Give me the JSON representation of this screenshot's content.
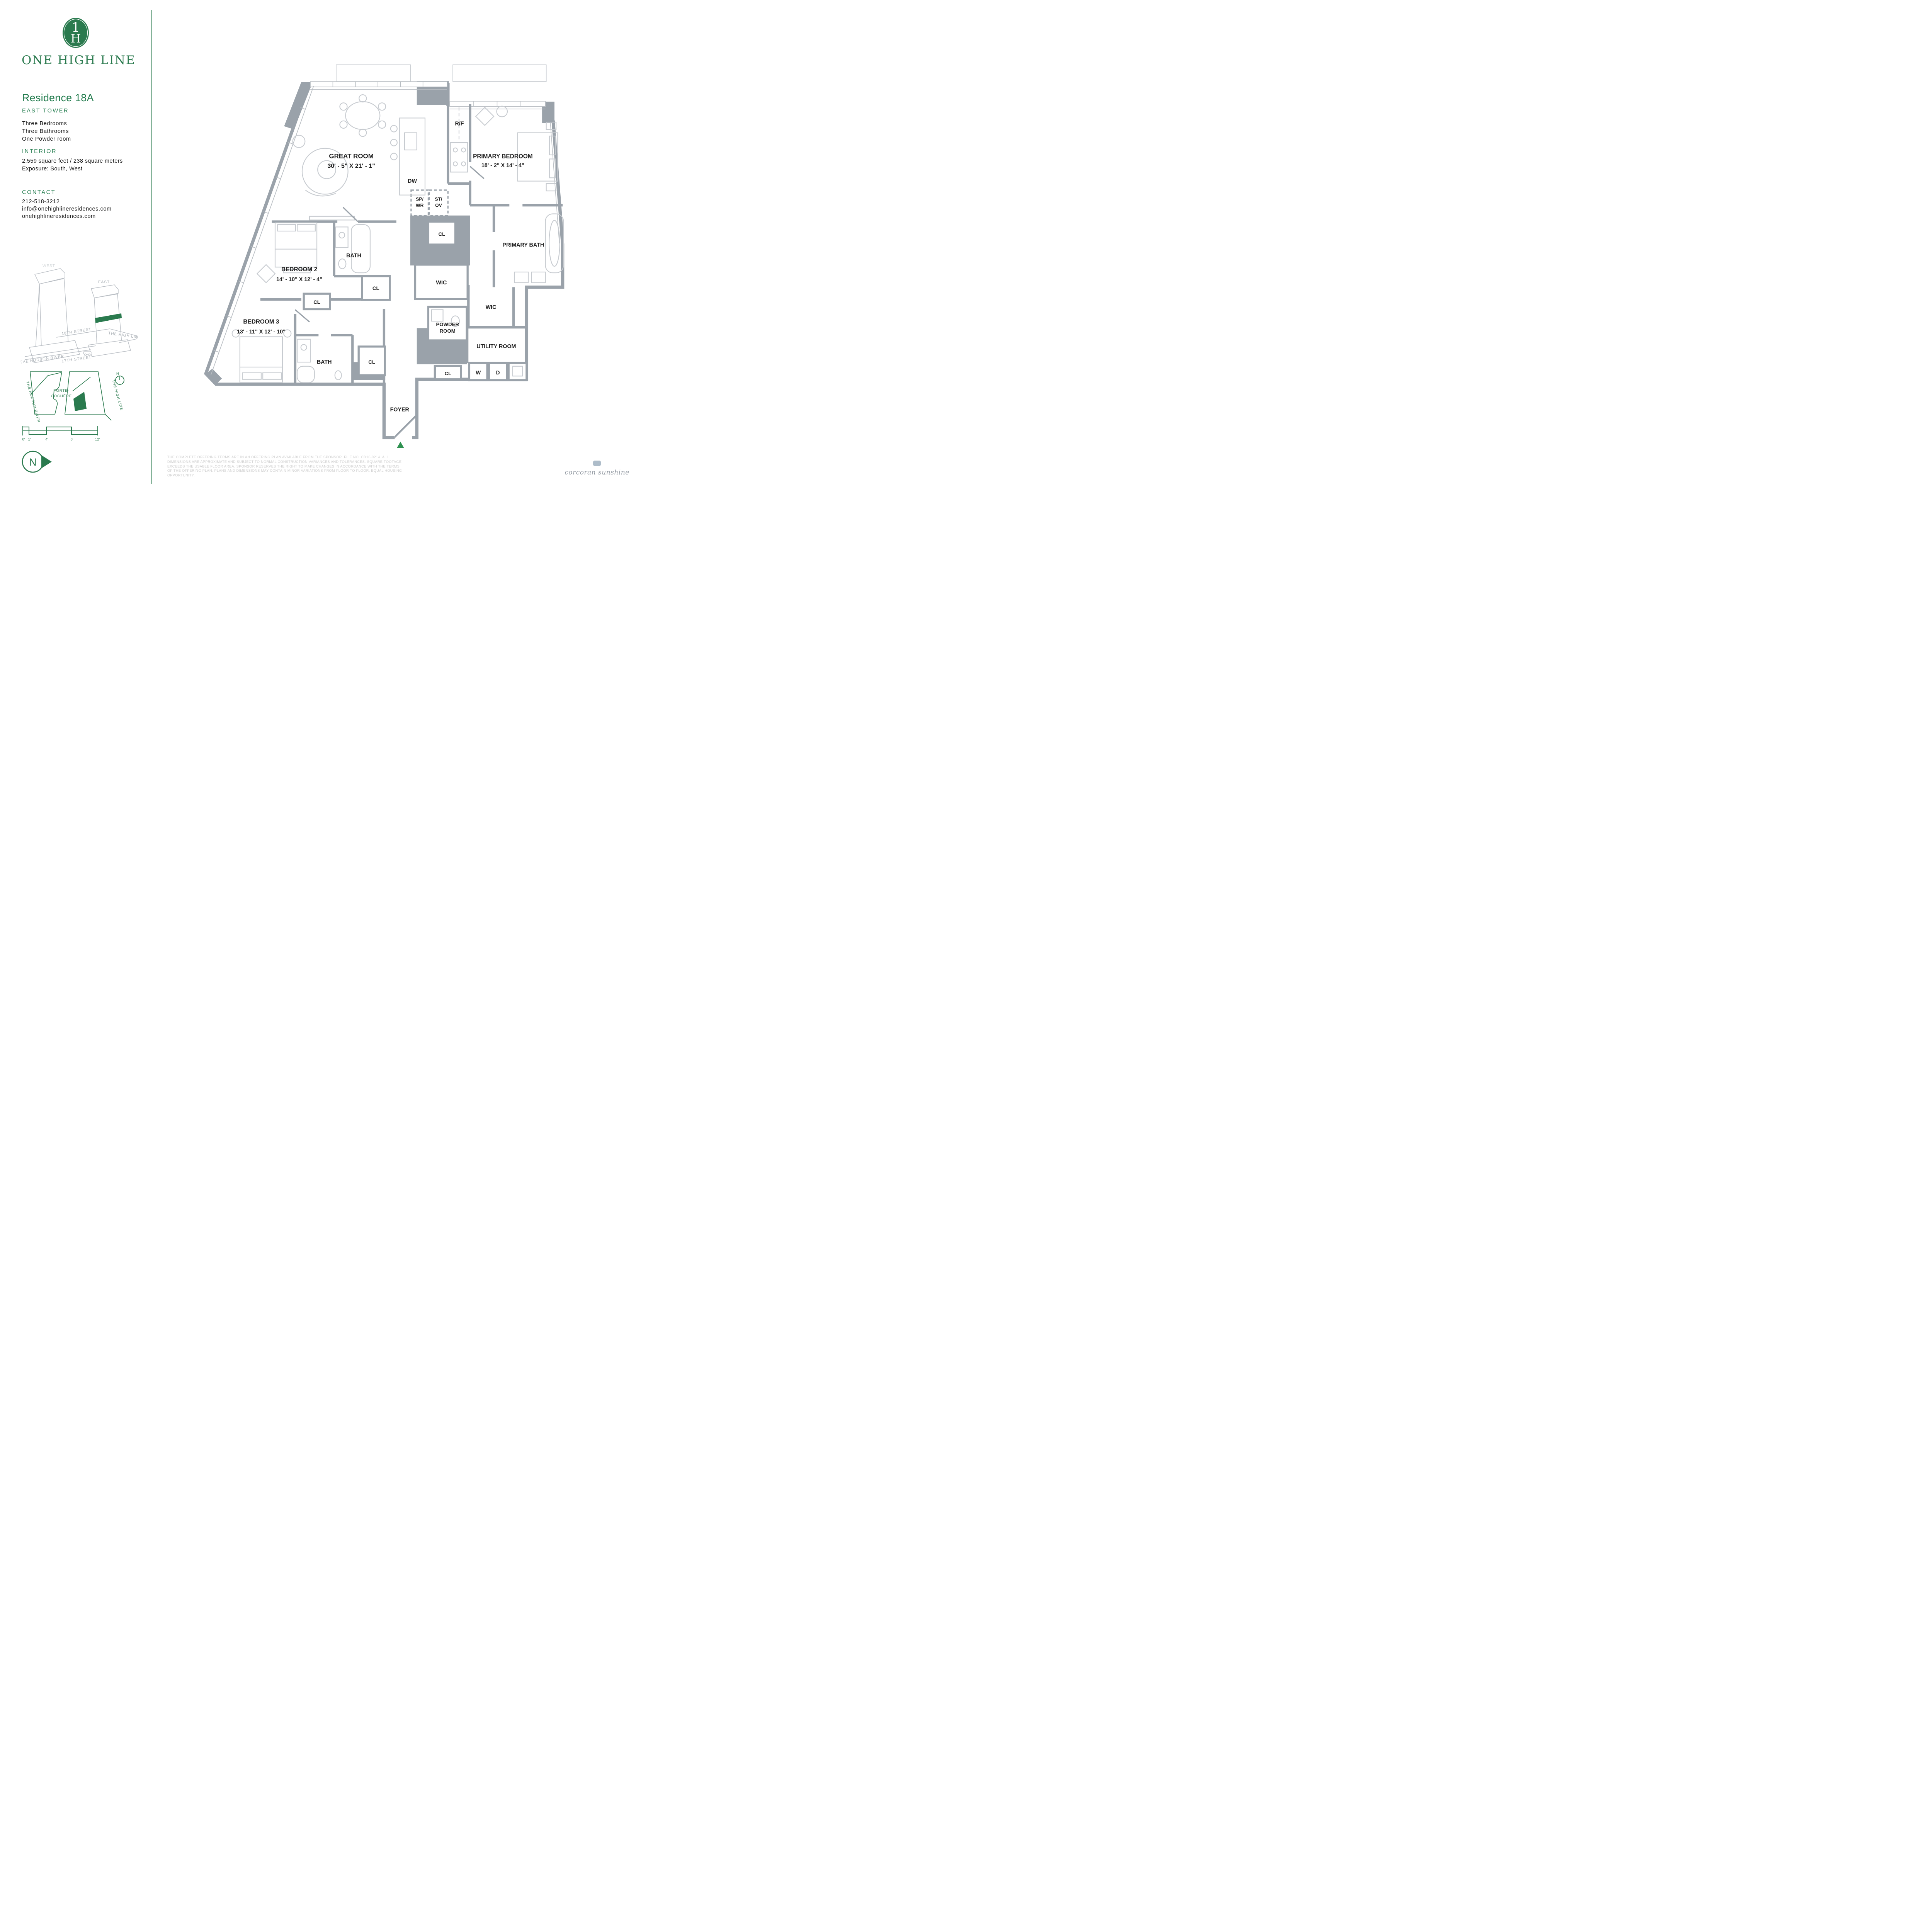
{
  "brand": {
    "name": "ONE HIGH LINE",
    "monogram_top": "1",
    "monogram_bottom": "H",
    "green": "#2a7a4e"
  },
  "residence": {
    "title": "Residence 18A",
    "tower": "EAST TOWER",
    "features": [
      "Three Bedrooms",
      "Three Bathrooms",
      "One Powder room"
    ],
    "interior_heading": "INTERIOR",
    "area": "2,559 square feet / 238 square meters",
    "exposure": "Exposure: South, West"
  },
  "contact": {
    "heading": "CONTACT",
    "phone": "212-518-3212",
    "email": "info@onehighlineresidences.com",
    "website": "onehighlineresidences.com"
  },
  "building_diagram": {
    "west_label": "WEST",
    "east_label": "EAST",
    "street_18": "18TH STREET",
    "high_line": "THE HIGH LINE",
    "hudson_river": "THE HUDSON RIVER",
    "street_17": "17TH STREET"
  },
  "site_map": {
    "porte_cochere_line1": "PORTE-",
    "porte_cochere_line2": "COCHÈRE",
    "hudson_river": "THE HUDSON RIVER",
    "high_line": "THE HIGH LINE",
    "north": "N"
  },
  "scale_bar": {
    "ticks": [
      "0'",
      "1'",
      "4'",
      "8'",
      "12'"
    ]
  },
  "north_arrow": {
    "label": "N"
  },
  "floor_plan": {
    "labels": {
      "great_room_name": "GREAT ROOM",
      "great_room_dims": "30' - 5\" X 21' - 1\"",
      "primary_bedroom_name": "PRIMARY BEDROOM",
      "primary_bedroom_dims": "18' - 2\" X 14' - 4\"",
      "bedroom2_name": "BEDROOM 2",
      "bedroom2_dims": "14' - 10\" X 12' - 4\"",
      "bedroom3_name": "BEDROOM 3",
      "bedroom3_dims": "13' - 11\" X 12' - 10\"",
      "primary_bath": "PRIMARY BATH",
      "bath": "BATH",
      "powder_line1": "POWDER",
      "powder_line2": "ROOM",
      "utility_room": "UTILITY ROOM",
      "foyer": "FOYER",
      "wic": "WIC",
      "cl": "CL",
      "rf": "R/F",
      "dw": "DW",
      "sp_wr_line1": "SP/",
      "sp_wr_line2": "WR",
      "st_ov_line1": "ST/",
      "st_ov_line2": "OV",
      "washer": "W",
      "dryer": "D"
    }
  },
  "footer": {
    "disclaimer": "THE COMPLETE OFFERING TERMS ARE IN AN OFFERING PLAN AVAILABLE FROM THE SPONSOR. FILE NO. CD16-0214. ALL DIMENSIONS ARE APPROXIMATE AND SUBJECT TO NORMAL CONSTRUCTION VARIANCES AND TOLERANCES. SQUARE FOOTAGE EXCEEDS THE USABLE FLOOR AREA. SPONSOR RESERVES THE RIGHT TO MAKE CHANGES IN ACCORDANCE WITH THE TERMS OF THE OFFERING PLAN. PLANS AND DIMENSIONS MAY CONTAIN MINOR VARIATIONS FROM FLOOR TO FLOOR. EQUAL HOUSING OPPORTUNITY.",
    "brokerage": "corcoran sunshine"
  }
}
